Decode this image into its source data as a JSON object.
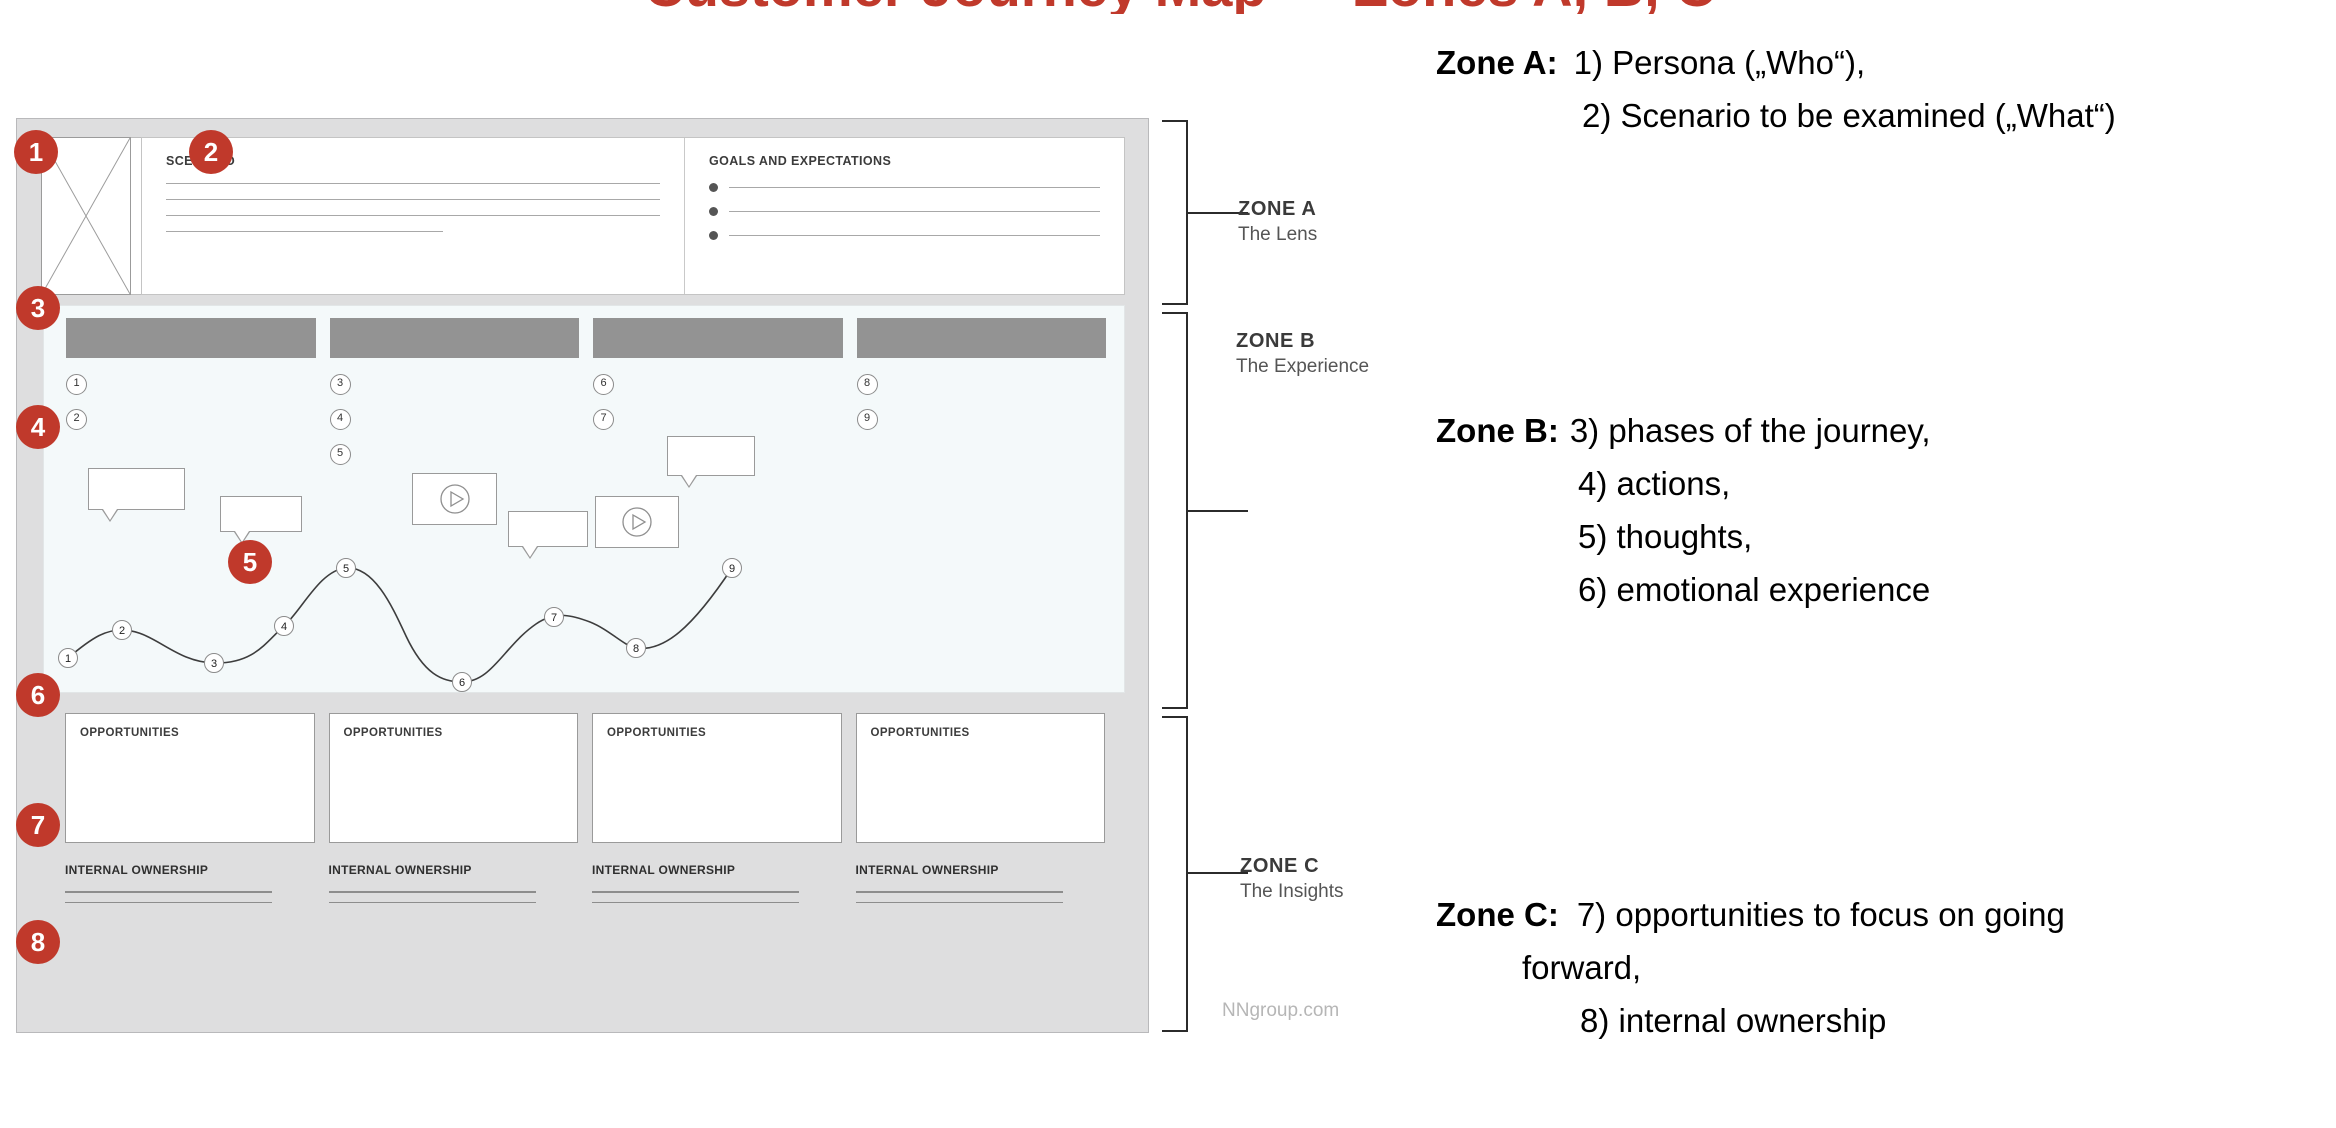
{
  "title_partial": "Customer Journey Map — Zones A, B, C",
  "diagram": {
    "zoneA": {
      "persona_icon": "persona-placeholder",
      "scenario_title": "SCENARIO",
      "goals_title": "GOALS AND EXPECTATIONS",
      "scenario_rules": 4,
      "goal_bullets": 3
    },
    "zoneB": {
      "phases": [
        "",
        "",
        "",
        ""
      ],
      "columns": [
        {
          "items": [
            "1",
            "2"
          ]
        },
        {
          "items": [
            "3",
            "4",
            "5"
          ]
        },
        {
          "items": [
            "6",
            "7"
          ]
        },
        {
          "items": [
            "8",
            "9"
          ]
        }
      ],
      "curve_points": [
        "1",
        "2",
        "3",
        "4",
        "5",
        "6",
        "7",
        "8",
        "9"
      ],
      "media_icon": "play-video-icon",
      "bubble_icon": "speech-bubble-icon"
    },
    "zoneC": {
      "opportunity_title": "OPPORTUNITIES",
      "ownership_title": "INTERNAL OWNERSHIP",
      "columns": 4
    },
    "callouts": [
      "1",
      "2",
      "3",
      "4",
      "5",
      "6",
      "7",
      "8"
    ],
    "zone_labels": [
      {
        "name": "ZONE A",
        "sub": "The Lens"
      },
      {
        "name": "ZONE B",
        "sub": "The Experience"
      },
      {
        "name": "ZONE C",
        "sub": "The Insights"
      }
    ],
    "watermark": "NNgroup.com"
  },
  "legend": {
    "zoneA": {
      "key": "Zone A:",
      "lines": [
        "1) Persona („Who“),",
        "2) Scenario to be examined („What“)"
      ]
    },
    "zoneB": {
      "key": "Zone B:",
      "lines": [
        "3) phases of the journey,",
        "4) actions,",
        "5) thoughts,",
        "6) emotional experience"
      ]
    },
    "zoneC": {
      "key": "Zone C:",
      "lines": [
        "7) opportunities to focus on going",
        "forward,",
        "8) internal ownership"
      ]
    }
  },
  "colors": {
    "accent_red": "#c0392b",
    "zone_b_bg": "#f4f9fa",
    "frame_gray": "#dededf",
    "phase_bar_gray": "#939393"
  }
}
